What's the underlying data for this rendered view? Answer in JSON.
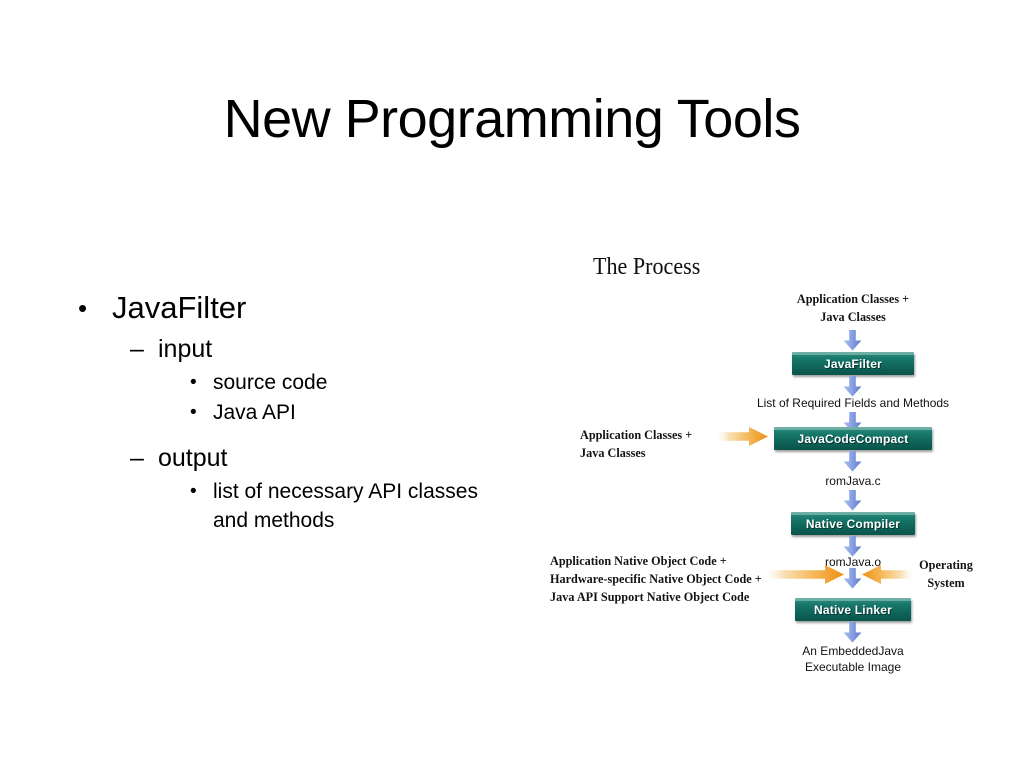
{
  "slide": {
    "title": "New Programming Tools"
  },
  "outline": {
    "bullet_marker": "•",
    "dash_marker": "–",
    "items": [
      {
        "level": 1,
        "text": "JavaFilter"
      },
      {
        "level": 2,
        "text": "input"
      },
      {
        "level": 3,
        "text": "source code"
      },
      {
        "level": 3,
        "text": "Java API"
      },
      {
        "level": 2,
        "text": "output"
      },
      {
        "level": 3,
        "text": "list of necessary API classes and methods"
      }
    ]
  },
  "diagram": {
    "title": "The Process",
    "colors": {
      "box_fill": "#0d5f54",
      "box_text": "#ffffff",
      "flow_arrow": "#6f8fe0",
      "input_arrow": "#f0921e"
    },
    "nodes": [
      {
        "id": "javafilter",
        "label": "JavaFilter"
      },
      {
        "id": "javacodecompact",
        "label": "JavaCodeCompact"
      },
      {
        "id": "nativecompiler",
        "label": "Native Compiler"
      },
      {
        "id": "nativelinker",
        "label": "Native Linker"
      }
    ],
    "labels": {
      "top_input_line1": "Application Classes +",
      "top_input_line2": "Java Classes",
      "after_javafilter": "List of Required Fields and Methods",
      "side_input_line1": "Application Classes +",
      "side_input_line2": "Java Classes",
      "after_compact": "romJava.c",
      "after_compiler": "romJava.o",
      "linker_input_line1": "Application Native Object Code +",
      "linker_input_line2": "Hardware-specific Native Object Code +",
      "linker_input_line3": "Java API Support Native Object Code",
      "os_line1": "Operating",
      "os_line2": "System",
      "final_output_line1": "An EmbeddedJava",
      "final_output_line2": "Executable Image"
    }
  }
}
